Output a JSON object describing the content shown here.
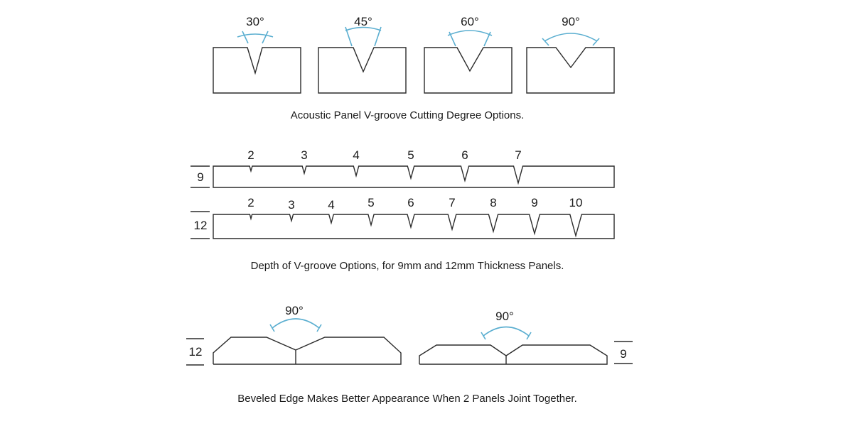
{
  "angle_options": {
    "angles": [
      "30°",
      "45°",
      "60°",
      "90°"
    ],
    "angle_values_deg": [
      30,
      45,
      60,
      90
    ],
    "caption": "Acoustic Panel V-groove Cutting Degree Options."
  },
  "depth_options": {
    "panels": [
      {
        "thickness_label": "9",
        "thickness_mm": 9,
        "depths": [
          "2",
          "3",
          "4",
          "5",
          "6",
          "7"
        ]
      },
      {
        "thickness_label": "12",
        "thickness_mm": 12,
        "depths": [
          "2",
          "3",
          "4",
          "5",
          "6",
          "7",
          "8",
          "9",
          "10"
        ]
      }
    ],
    "caption": "Depth of V-groove Options, for 9mm and 12mm Thickness Panels."
  },
  "bevel_edges": {
    "joints": [
      {
        "angle": "90°",
        "thickness_label": "12"
      },
      {
        "angle": "90°",
        "thickness_label": "9"
      }
    ],
    "caption": "Beveled Edge Makes Better Appearance When 2 Panels Joint Together."
  },
  "colors": {
    "line": "#2b2b2b",
    "angle_arc": "#5aaed0"
  }
}
